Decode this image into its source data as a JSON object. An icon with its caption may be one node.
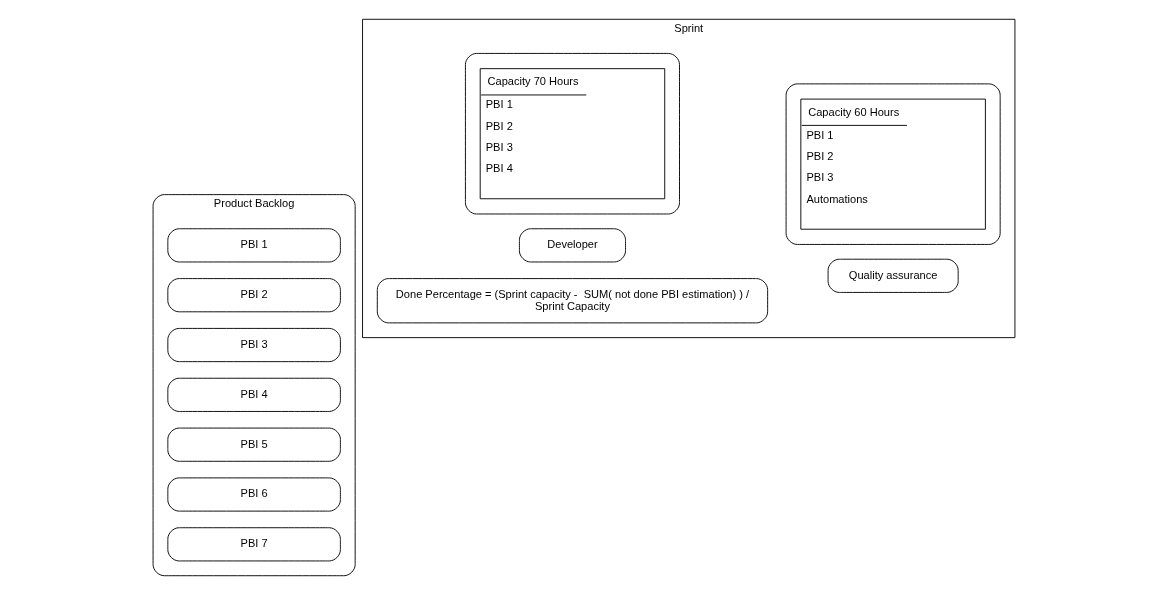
{
  "diagram": {
    "nodes": [
      {
        "text": [
          "Product Backlog"
        ]
      },
      {
        "text": [
          "PBI 1"
        ],
        "in": 0
      },
      {
        "text": [
          "PBI 2"
        ],
        "in": 0
      },
      {
        "text": [
          "PBI 3"
        ],
        "in": 0
      },
      {
        "text": [
          "PBI 4"
        ],
        "in": 0
      },
      {
        "text": [
          "PBI 5"
        ],
        "in": 0
      },
      {
        "text": [
          "PBI 6"
        ],
        "in": 0
      },
      {
        "text": [
          "PBI 7"
        ],
        "in": 0
      },
      {
        "text": [
          "Sprint"
        ]
      },
      {
        "text": [
          "Developer"
        ],
        "in": 8
      },
      {
        "text": [],
        "shape": "box",
        "in": 8
      },
      {
        "text": [
          "Capacity 70 Hours",
          "PBI 1",
          "PBI 2",
          "PBI 3",
          "PBI 4"
        ],
        "in": 10
      },
      {
        "text": [
          "Quality assurance"
        ],
        "in": 8
      },
      {
        "text": [],
        "shape": "box",
        "in": 8
      },
      {
        "text": [
          "Capacity 60 Hours",
          "PBI 1",
          "PBI 2",
          "PBI 3",
          "Automations"
        ],
        "in": 13
      },
      {
        "text": [
          "Done Percentage = (Sprint capacity -  SUM( not done PBI estimation) ) / Sprint Capacity"
        ],
        "in": 8
      }
    ],
    "edges": []
  }
}
